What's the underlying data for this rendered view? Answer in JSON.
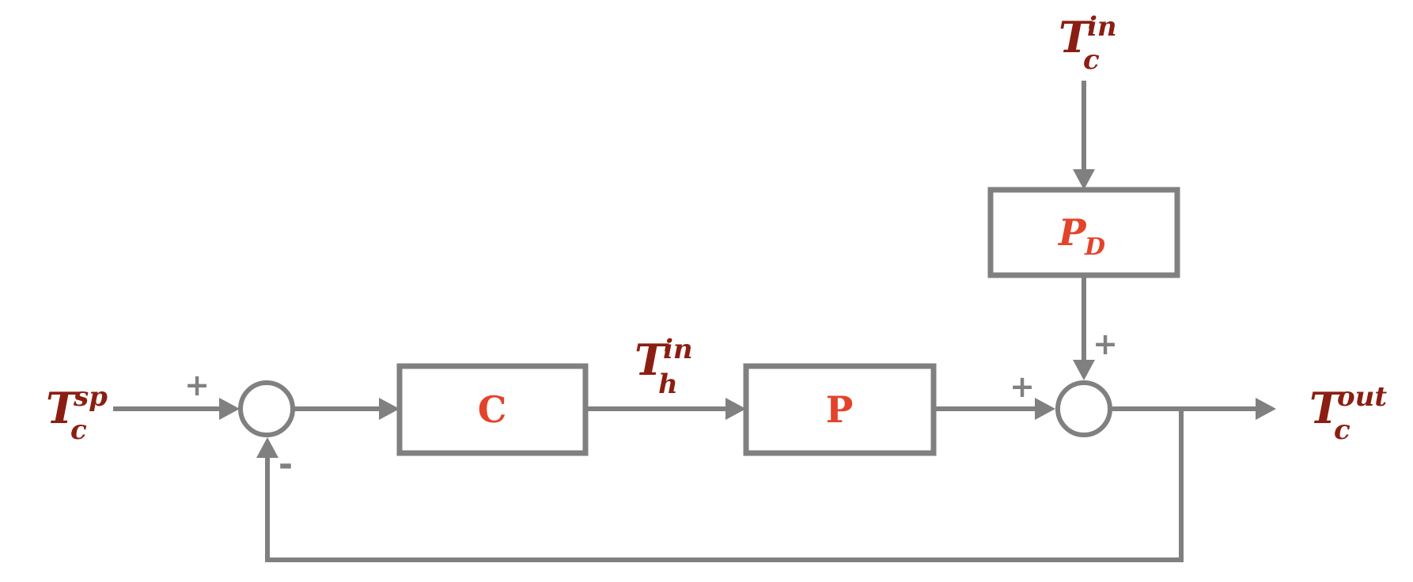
{
  "diagram": {
    "kind": "feedback-control-block-diagram",
    "colors": {
      "wire": "#808080",
      "block_label": "#E4432B",
      "signal_label": "#8B1E12",
      "background": "#FFFFFF"
    },
    "blocks": {
      "controller": {
        "label": "C"
      },
      "plant": {
        "label": "P"
      },
      "disturbance_plant": {
        "base": "P",
        "sub": "D"
      }
    },
    "signals": {
      "setpoint": {
        "base": "T",
        "sup": "sp",
        "sub": "c"
      },
      "control_input": {
        "base": "T",
        "sup": "in",
        "sub": "h"
      },
      "disturbance_input": {
        "base": "T",
        "sup": "in",
        "sub": "c"
      },
      "output": {
        "base": "T",
        "sup": "out",
        "sub": "c"
      }
    },
    "signs": {
      "sum1_setpoint": "+",
      "sum1_feedback": "-",
      "sum2_process": "+",
      "sum2_disturbance": "+"
    }
  }
}
